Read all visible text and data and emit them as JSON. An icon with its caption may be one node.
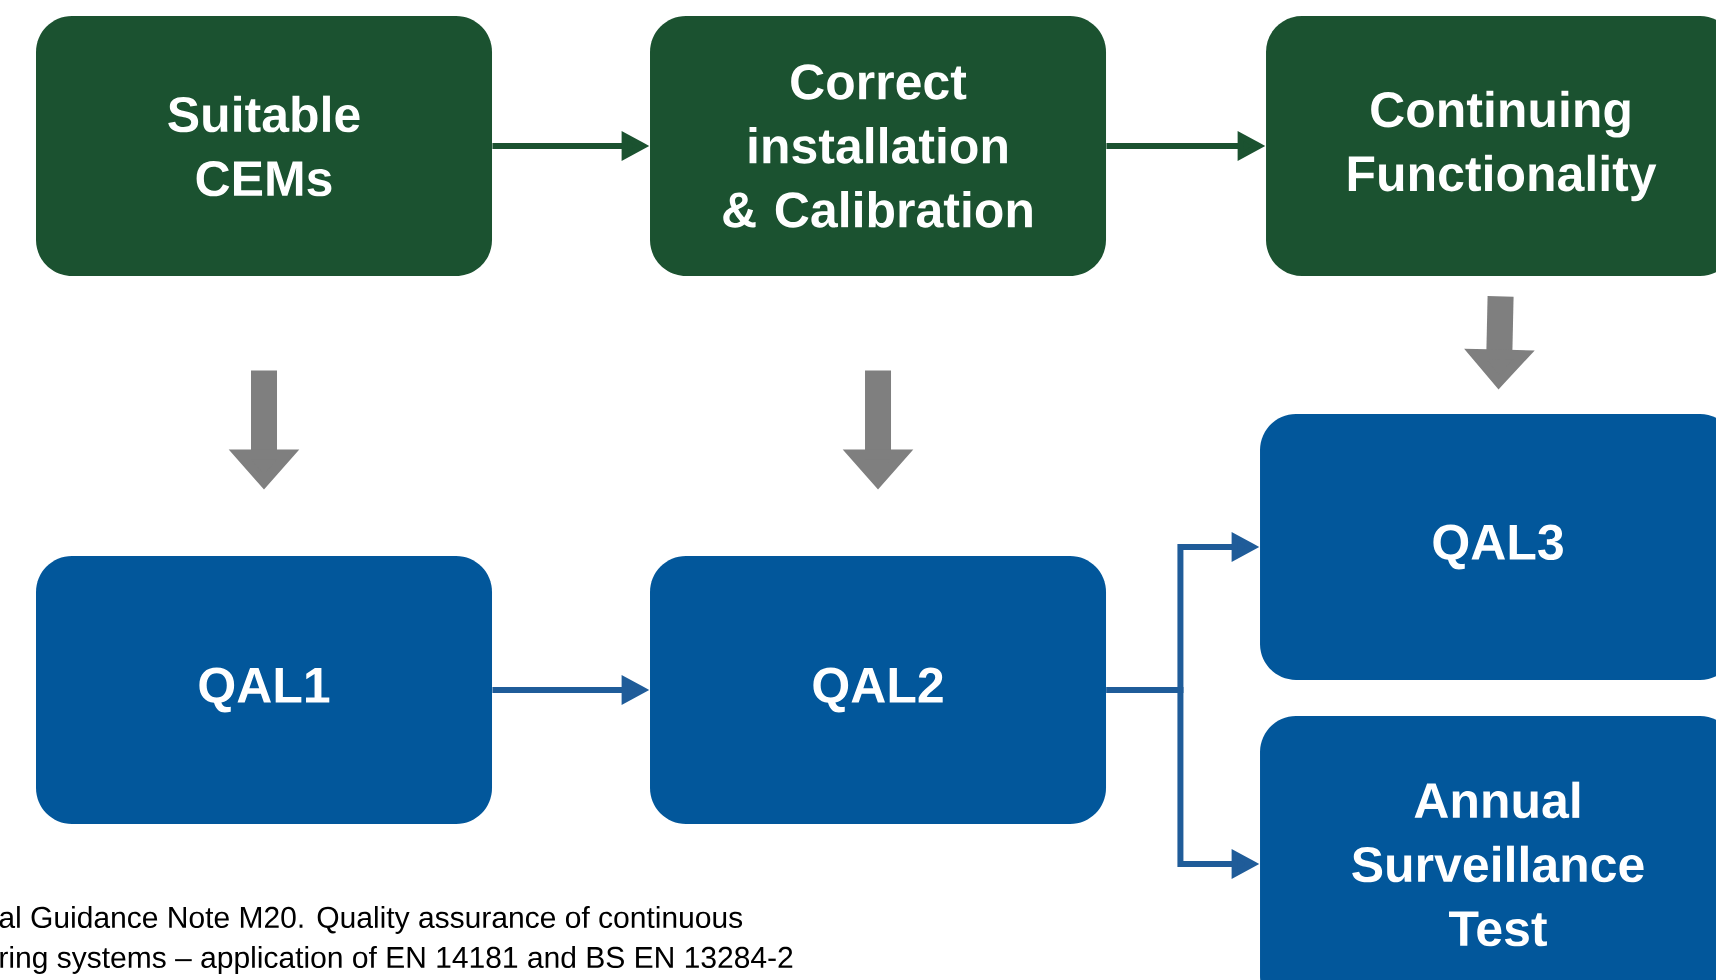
{
  "diagram": {
    "nodes": [
      {
        "text": [
          "Suitable CEMs"
        ]
      },
      {
        "text": [
          "Correct installation & Calibration"
        ]
      },
      {
        "text": [
          "Continuing Functionality"
        ]
      },
      {
        "text": [
          "QAL1"
        ]
      },
      {
        "text": [
          "QAL2"
        ]
      },
      {
        "text": [
          "QAL3"
        ]
      },
      {
        "text": [
          "Annual Surveillance Test"
        ]
      }
    ],
    "edges": [
      {
        "from": 0,
        "to": 1,
        "arrow": "to",
        "color": "#1b5230"
      },
      {
        "from": 1,
        "to": 2,
        "arrow": "to",
        "color": "#1b5230"
      },
      {
        "from": 0,
        "to": 3,
        "arrow": "to",
        "style": "thick",
        "color": "#7f7f7f"
      },
      {
        "from": 1,
        "to": 4,
        "arrow": "to",
        "style": "thick",
        "color": "#7f7f7f"
      },
      {
        "from": 2,
        "to": 5,
        "arrow": "to",
        "style": "thick",
        "color": "#7f7f7f"
      },
      {
        "from": 3,
        "to": 4,
        "arrow": "to",
        "color": "#1f5c99"
      },
      {
        "from": 4,
        "to": 5,
        "arrow": "to",
        "color": "#1f5c99"
      },
      {
        "from": 4,
        "to": 6,
        "arrow": "to",
        "color": "#1f5c99"
      }
    ],
    "labels": [
      "al Guidance Note M20. Quality assurance of continuous",
      "ring systems – application of EN 14181 and BS EN 13284-2"
    ]
  }
}
